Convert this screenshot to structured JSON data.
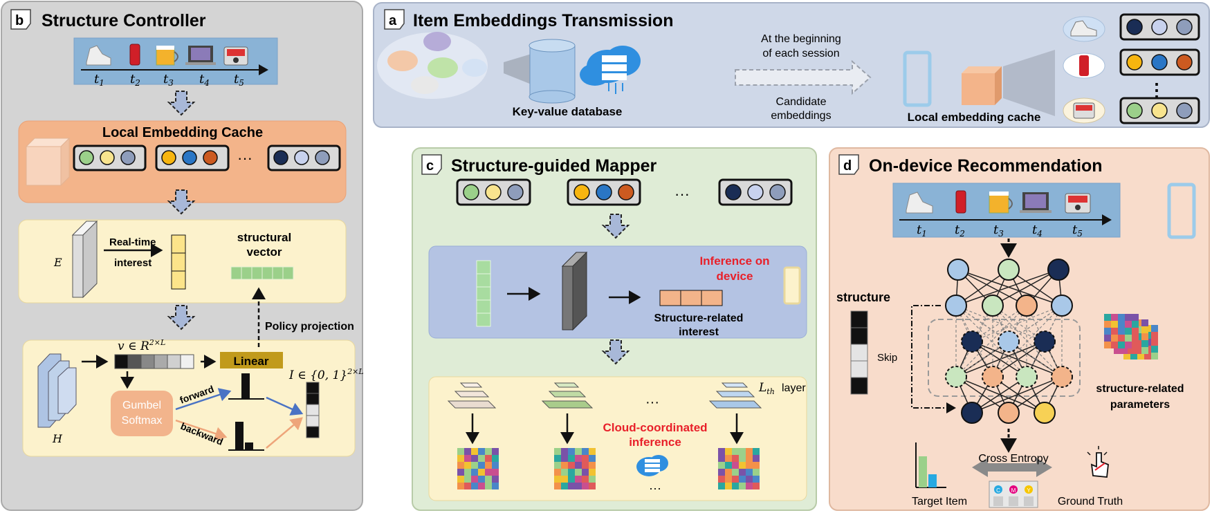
{
  "panels": {
    "b": {
      "letter": "b",
      "title": "Structure Controller"
    },
    "a": {
      "letter": "a",
      "title": "Item Embeddings Transmission"
    },
    "c": {
      "letter": "c",
      "title": "Structure-guided Mapper"
    },
    "d": {
      "letter": "d",
      "title": "On-device Recommendation"
    }
  },
  "timeline": {
    "t1": "t",
    "t2": "t",
    "t3": "t",
    "t4": "t",
    "t5": "t",
    "s1": "1",
    "s2": "2",
    "s3": "3",
    "s4": "4",
    "s5": "5"
  },
  "controller": {
    "cache_title": "Local Embedding Cache",
    "ellipsis": "···",
    "E": "E",
    "realtime": "Real-time",
    "interest": "interest",
    "structural": "structural",
    "vector": "vector",
    "policy": "Policy projection",
    "H": "H",
    "v_label": "v ∈ R",
    "v_sup": "2×L",
    "linear": "Linear",
    "gumbel1": "Gumbel",
    "gumbel2": "Softmax",
    "forward": "forward",
    "backward": "backward",
    "I_label": "I ∈ {0, 1}",
    "I_sup": "2×L"
  },
  "transmission": {
    "kv": "Key-value database",
    "beginning1": "At the beginning",
    "beginning2": "of each session",
    "candidate1": "Candidate",
    "candidate2": "embeddings",
    "local_cache": "Local embedding cache",
    "vdots": "⋮"
  },
  "mapper": {
    "ellipsis": "···",
    "inference1": "Inference on",
    "inference2": "device",
    "sri1": "Structure-related",
    "sri2": "interest",
    "lth_L": "L",
    "lth_sub": "th",
    "layer": "layer",
    "cloud1": "Cloud-coordinated",
    "cloud2": "inference",
    "ellipsis2": "···",
    "ellipsis3": "···"
  },
  "ondevice": {
    "structure": "structure",
    "skip": "Skip",
    "srp1": "structure-related",
    "srp2": "parameters",
    "cross_entropy": "Cross Entropy",
    "target_item": "Target Item",
    "ground_truth": "Ground Truth",
    "cmy_c": "C",
    "cmy_m": "M",
    "cmy_y": "Y"
  },
  "colors": {
    "panel_gray": "#d3d3d3",
    "panel_blue": "#cfd8e8",
    "panel_green": "#dfecd6",
    "panel_peach": "#f8dccb",
    "cache_orange": "#f3b48a",
    "yellow_box": "#fcf2cc",
    "red_text": "#e8202a",
    "linear_gold": "#c19a1b",
    "gumbel_orange": "#f2b48c"
  }
}
